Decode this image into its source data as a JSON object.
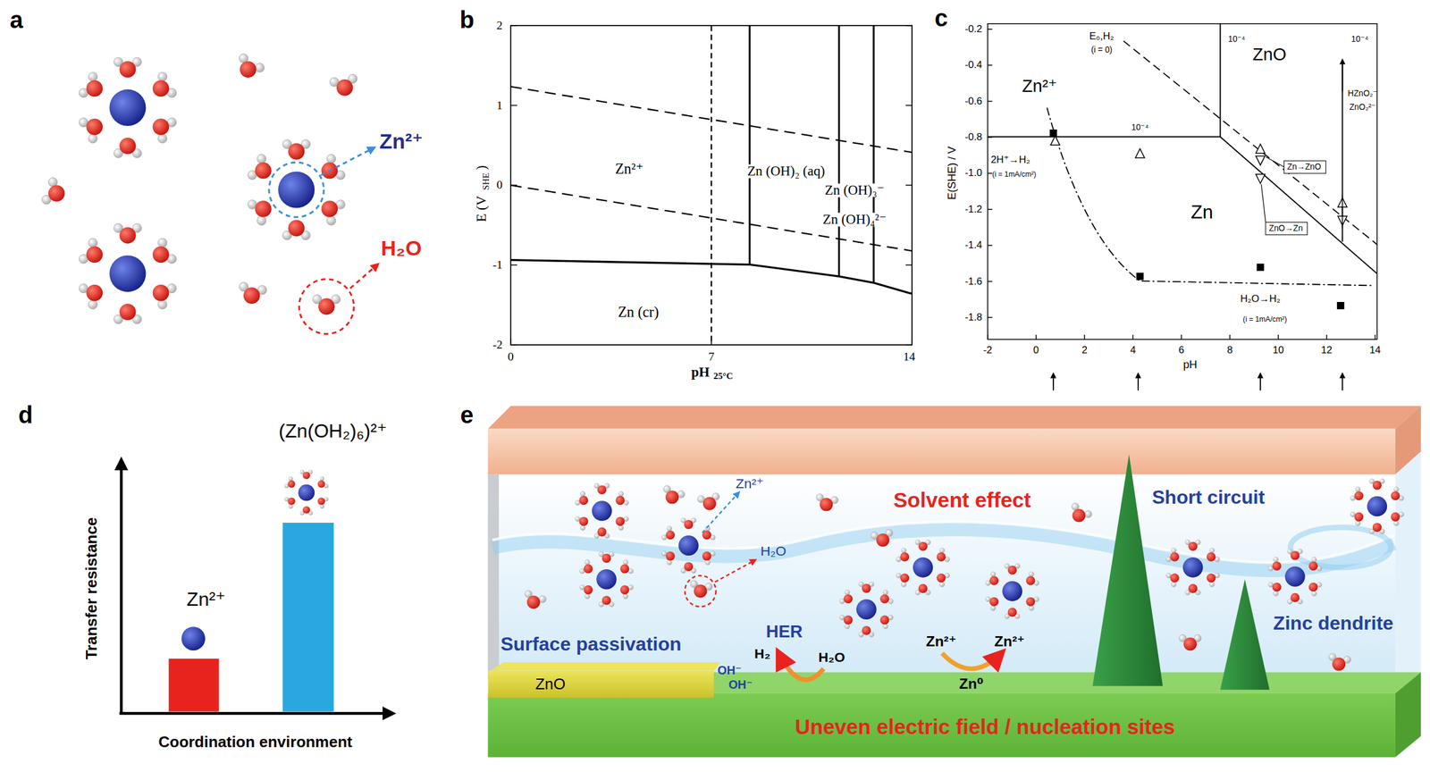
{
  "diagram": {
    "nodes": [
      {
        "text": [
          "Zn→ZnO"
        ]
      },
      {
        "text": [
          "ZnO→Zn"
        ]
      },
      {
        "text": [
          "ZnO"
        ]
      }
    ],
    "labels": [
      "a",
      "Zn²⁺",
      "H₂O",
      "b",
      "2",
      "1",
      "0",
      "-1",
      "-2",
      "0",
      "7",
      "14",
      "E (V",
      "SHE",
      ")",
      "pH",
      "25°C",
      "Zn²⁺",
      "Zn (OH)₂ (aq)",
      "Zn (OH)₃⁻",
      "Zn (OH)₄²⁻",
      "Zn (cr)",
      "c",
      "-0.2",
      "-0.4",
      "-0.6",
      "-0.8",
      "-1.0",
      "-1.2",
      "-1.4",
      "-1.6",
      "-1.8",
      "-2",
      "0",
      "2",
      "4",
      "6",
      "8",
      "10",
      "12",
      "14",
      "pH",
      "E(SHE) / V",
      "E₀,H₂",
      "(i = 0)",
      "Zn²⁺",
      "ZnO",
      "10⁻⁴",
      "10⁻⁴",
      "10⁻⁴",
      "HZnO₂⁻",
      "ZnO₂²⁻",
      "2H⁺→H₂",
      "(i = 1mA/cm²)",
      "Zn",
      "H₂O→H₂",
      "(i = 1mA/cm²)",
      "d",
      "Transfer resistance",
      "Coordination environment",
      "Zn²⁺",
      "(Zn(OH₂)₆)²⁺",
      "e",
      "Zn²⁺",
      "H₂O",
      "Solvent effect",
      "Short circuit",
      "Surface passivation",
      "OH⁻",
      "OH⁻",
      "HER",
      "H₂",
      "H₂O",
      "Zn²⁺",
      "Zn⁰",
      "Zn²⁺",
      "Zinc dendrite",
      "Uneven electric field / nucleation sites"
    ]
  }
}
